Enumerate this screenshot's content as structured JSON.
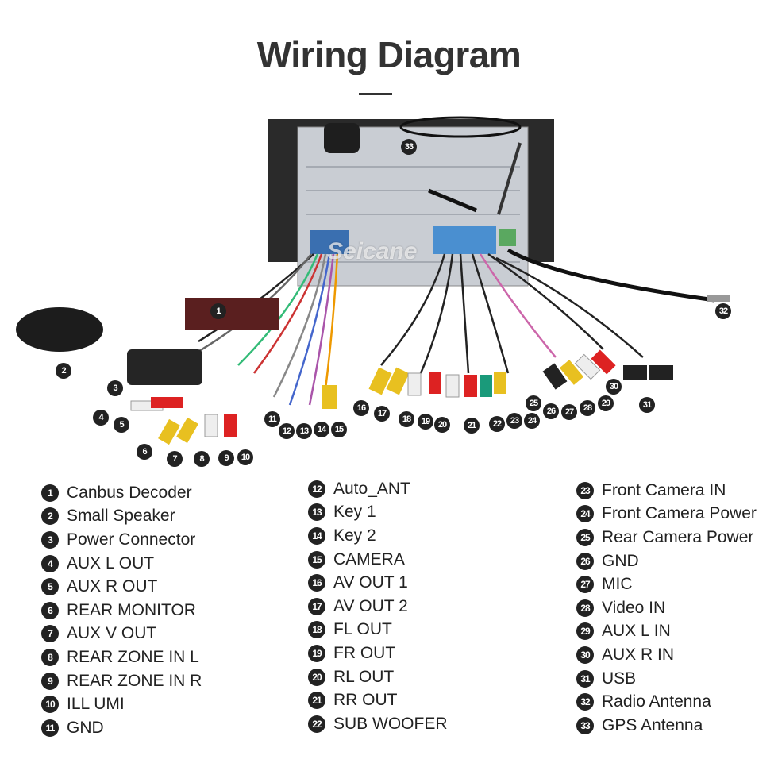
{
  "title": "Wiring Diagram",
  "watermark": "Seicane",
  "legend": [
    {
      "n": "1",
      "label": "Canbus Decoder"
    },
    {
      "n": "2",
      "label": "Small Speaker"
    },
    {
      "n": "3",
      "label": "Power Connector"
    },
    {
      "n": "4",
      "label": "AUX L OUT"
    },
    {
      "n": "5",
      "label": "AUX R OUT"
    },
    {
      "n": "6",
      "label": "REAR MONITOR"
    },
    {
      "n": "7",
      "label": "AUX V OUT"
    },
    {
      "n": "8",
      "label": "REAR ZONE IN L"
    },
    {
      "n": "9",
      "label": "REAR ZONE IN R"
    },
    {
      "n": "10",
      "label": "ILL UMI"
    },
    {
      "n": "11",
      "label": "GND"
    },
    {
      "n": "12",
      "label": "Auto_ANT"
    },
    {
      "n": "13",
      "label": "Key  1"
    },
    {
      "n": "14",
      "label": "Key  2"
    },
    {
      "n": "15",
      "label": "CAMERA"
    },
    {
      "n": "16",
      "label": "AV OUT 1"
    },
    {
      "n": "17",
      "label": "AV OUT 2"
    },
    {
      "n": "18",
      "label": "FL OUT"
    },
    {
      "n": "19",
      "label": "FR OUT"
    },
    {
      "n": "20",
      "label": "RL OUT"
    },
    {
      "n": "21",
      "label": "RR OUT"
    },
    {
      "n": "22",
      "label": "SUB WOOFER"
    },
    {
      "n": "23",
      "label": "Front Camera IN"
    },
    {
      "n": "24",
      "label": "Front Camera Power"
    },
    {
      "n": "25",
      "label": "Rear Camera Power"
    },
    {
      "n": "26",
      "label": "GND"
    },
    {
      "n": "27",
      "label": "MIC"
    },
    {
      "n": "28",
      "label": "Video IN"
    },
    {
      "n": "29",
      "label": "AUX  L IN"
    },
    {
      "n": "30",
      "label": "AUX  R IN"
    },
    {
      "n": "31",
      "label": "USB"
    },
    {
      "n": "32",
      "label": "Radio Antenna"
    },
    {
      "n": "33",
      "label": "GPS Antenna"
    }
  ]
}
